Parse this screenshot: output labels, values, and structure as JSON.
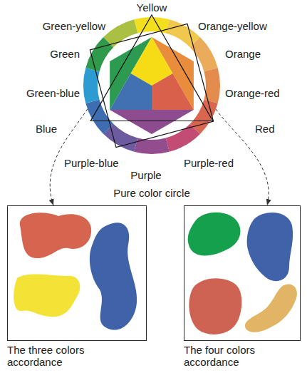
{
  "diagram": {
    "nodes": [
      {
        "text": [
          "Pure color circle"
        ]
      },
      {
        "text": [
          "The three colors accordance"
        ]
      },
      {
        "text": [
          "The four colors accordance"
        ]
      }
    ],
    "edges": [
      {
        "from": 0,
        "to": 1,
        "arrow": "to"
      },
      {
        "from": 0,
        "to": 2,
        "arrow": "to"
      }
    ],
    "labels": [
      "Yellow",
      "Orange-yellow",
      "Orange",
      "Orange-red",
      "Red",
      "Purple-red",
      "Purple",
      "Purple-blue",
      "Blue",
      "Green-blue",
      "Green",
      "Green-yellow"
    ]
  }
}
